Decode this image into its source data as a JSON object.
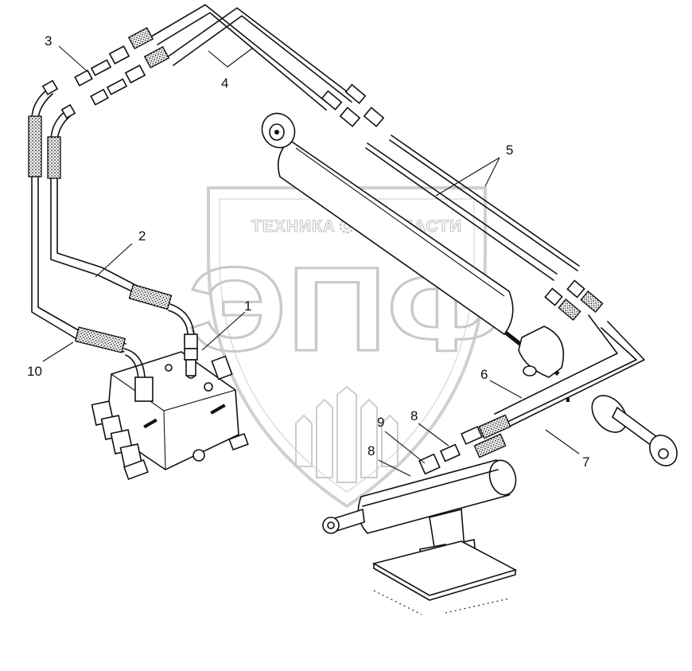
{
  "watermark": {
    "top_text_left": "ТЕХНИКА",
    "top_text_right": "ЗАПЧАСТИ",
    "big_text": "ЭПФ",
    "gear_icon": "gear-icon",
    "color": "#c4c4c4"
  },
  "callouts": [
    {
      "id": "1",
      "label": "1"
    },
    {
      "id": "2",
      "label": "2"
    },
    {
      "id": "3",
      "label": "3"
    },
    {
      "id": "4",
      "label": "4"
    },
    {
      "id": "5",
      "label": "5"
    },
    {
      "id": "6",
      "label": "6"
    },
    {
      "id": "7",
      "label": "7"
    },
    {
      "id": "8a",
      "label": "8"
    },
    {
      "id": "8b",
      "label": "8"
    },
    {
      "id": "9",
      "label": "9"
    },
    {
      "id": "10",
      "label": "10"
    }
  ],
  "colors": {
    "ink": "#111111",
    "background": "#ffffff"
  }
}
